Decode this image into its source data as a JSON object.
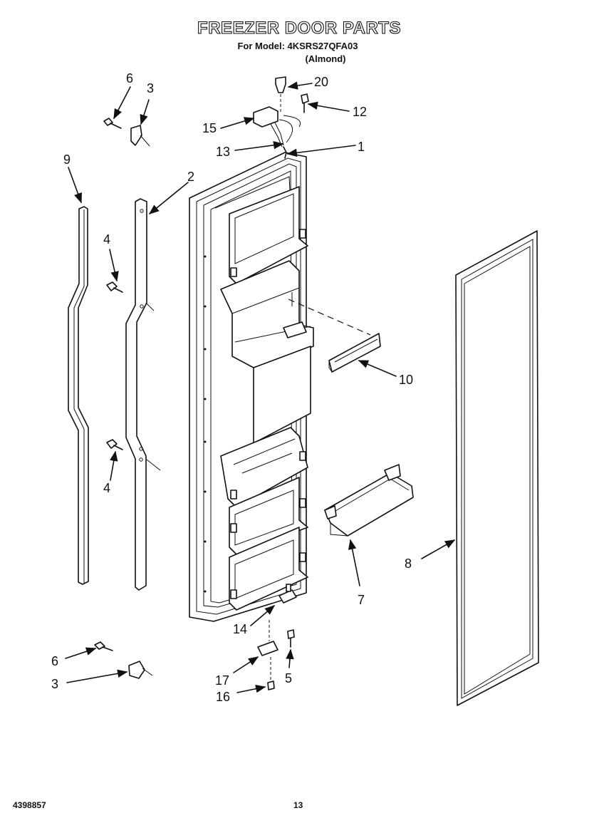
{
  "header": {
    "title": "FREEZER DOOR PARTS",
    "model_line": "For Model: 4KSRS27QFA03",
    "color_line": "(Almond)"
  },
  "callouts": {
    "c1": "1",
    "c2": "2",
    "c3a": "3",
    "c3b": "3",
    "c4a": "4",
    "c4b": "4",
    "c5": "5",
    "c6a": "6",
    "c6b": "6",
    "c7": "7",
    "c8": "8",
    "c9": "9",
    "c10": "10",
    "c12": "12",
    "c13": "13",
    "c14": "14",
    "c15": "15",
    "c16": "16",
    "c17": "17",
    "c20": "20"
  },
  "footer": {
    "doc_number": "4398857",
    "page_number": "13"
  }
}
